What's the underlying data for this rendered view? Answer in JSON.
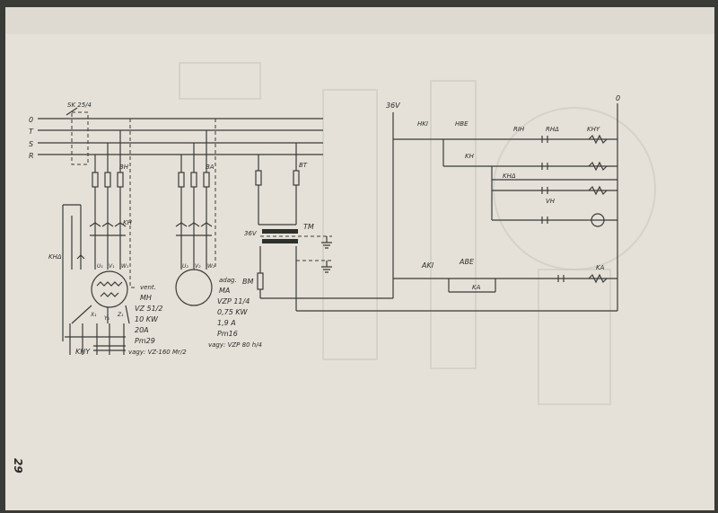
{
  "page_number": "29",
  "mains": {
    "switch": "SK 25/4",
    "bus": [
      "0",
      "T",
      "S",
      "R"
    ]
  },
  "fuses": {
    "motor1": "BH",
    "motor2": "BA",
    "transformer": "BT",
    "secondary": "BM"
  },
  "contactors": {
    "kh": "KH",
    "khd": "KHΔ",
    "khy": "KHY"
  },
  "motor1": {
    "labels": {
      "u": "U₁",
      "v": "V₁",
      "w": "W₁",
      "x": "X₁",
      "y": "Y₁",
      "z": "Z₁"
    },
    "name": "vent.",
    "code": "MH",
    "type": "VZ 51/2",
    "power": "10 KW",
    "current": "20A",
    "cable": "Pm29",
    "alt": "vagy: VZ-160 Mr/2"
  },
  "motor2": {
    "labels": {
      "u": "U₂",
      "v": "V₂",
      "w": "W₂"
    },
    "name": "adag.",
    "code": "MA",
    "type": "VZP 11/4",
    "power": "0,75 KW",
    "current": "1,9 A",
    "cable": "Pm16",
    "alt": "vagy: VZP 80 h/4"
  },
  "transformer": {
    "voltage": "36V",
    "name": "TM"
  },
  "control": {
    "supply": "36V",
    "neutral": "0",
    "rail_labels": {
      "hki": "HKI",
      "hbe": "HBE",
      "rih": "RIH",
      "rhd": "RHΔ",
      "khy": "KHY",
      "kh": "KH",
      "khd": "KHΔ",
      "vh": "VH",
      "aki": "AKI",
      "abe": "ABE",
      "ka": "KA"
    }
  }
}
